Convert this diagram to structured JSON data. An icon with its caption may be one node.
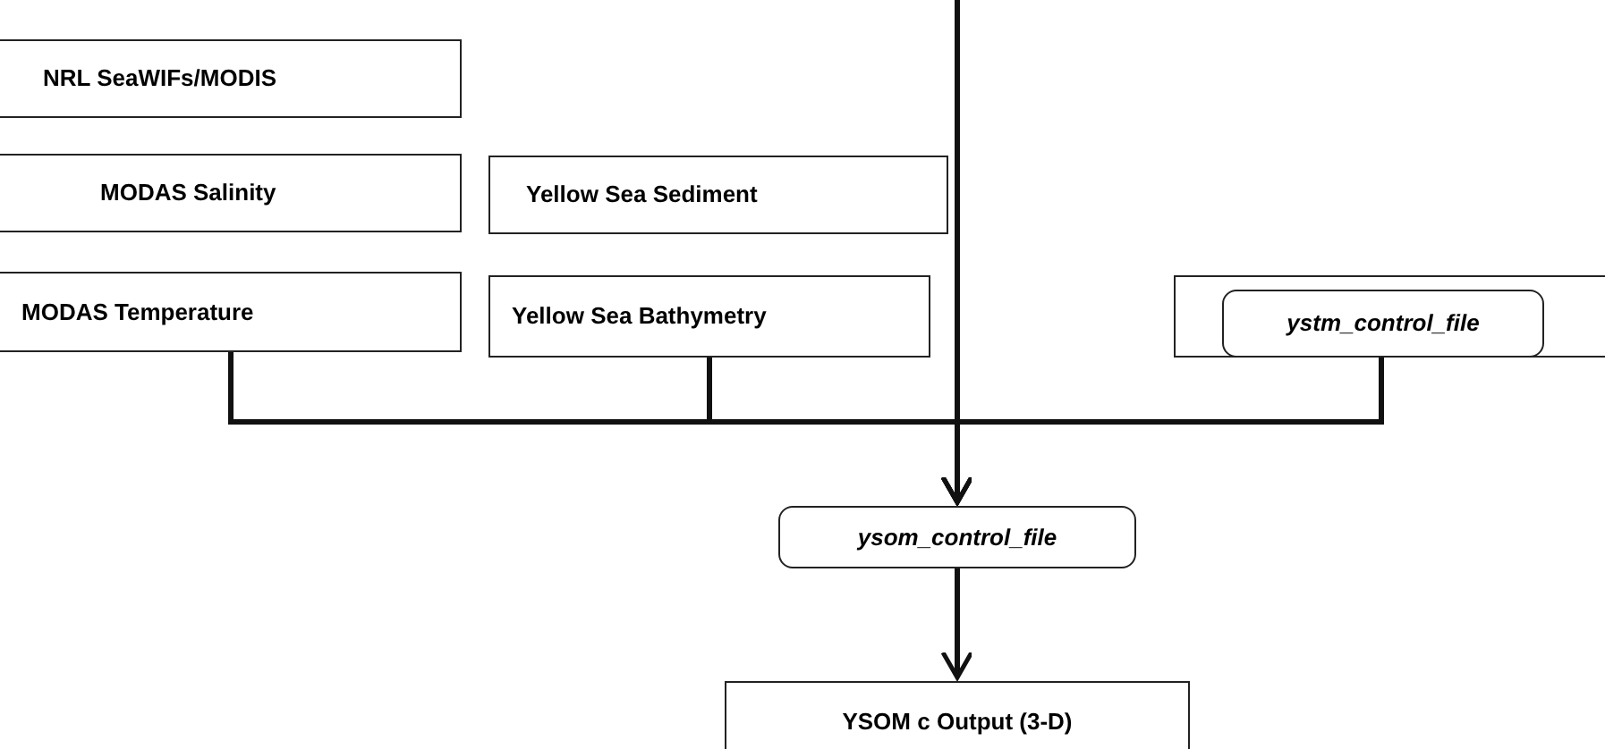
{
  "diagram": {
    "nodes": [
      {
        "text": [
          "NRL SeaWIFs/MODIS"
        ]
      },
      {
        "text": [
          "MODAS Salinity"
        ]
      },
      {
        "text": [
          "Yellow Sea Sediment"
        ]
      },
      {
        "text": [
          "MODAS Temperature"
        ]
      },
      {
        "text": [
          "Yellow Sea Bathymetry"
        ]
      },
      {
        "text": [],
        "shape": "box"
      },
      {
        "text": [
          "ystm_control_file"
        ],
        "in": 5
      },
      {
        "text": [
          "ysom_control_file"
        ]
      },
      {
        "text": [
          "YSOM c Output (3-D)"
        ]
      }
    ],
    "edges": [
      {
        "from": null,
        "to": 7,
        "arrow": "to"
      },
      {
        "from": 3,
        "to": 7,
        "arrow": "to"
      },
      {
        "from": 4,
        "to": 7,
        "arrow": "to"
      },
      {
        "from": 6,
        "to": 7,
        "arrow": "to"
      },
      {
        "from": 7,
        "to": 8,
        "arrow": "to"
      }
    ]
  }
}
